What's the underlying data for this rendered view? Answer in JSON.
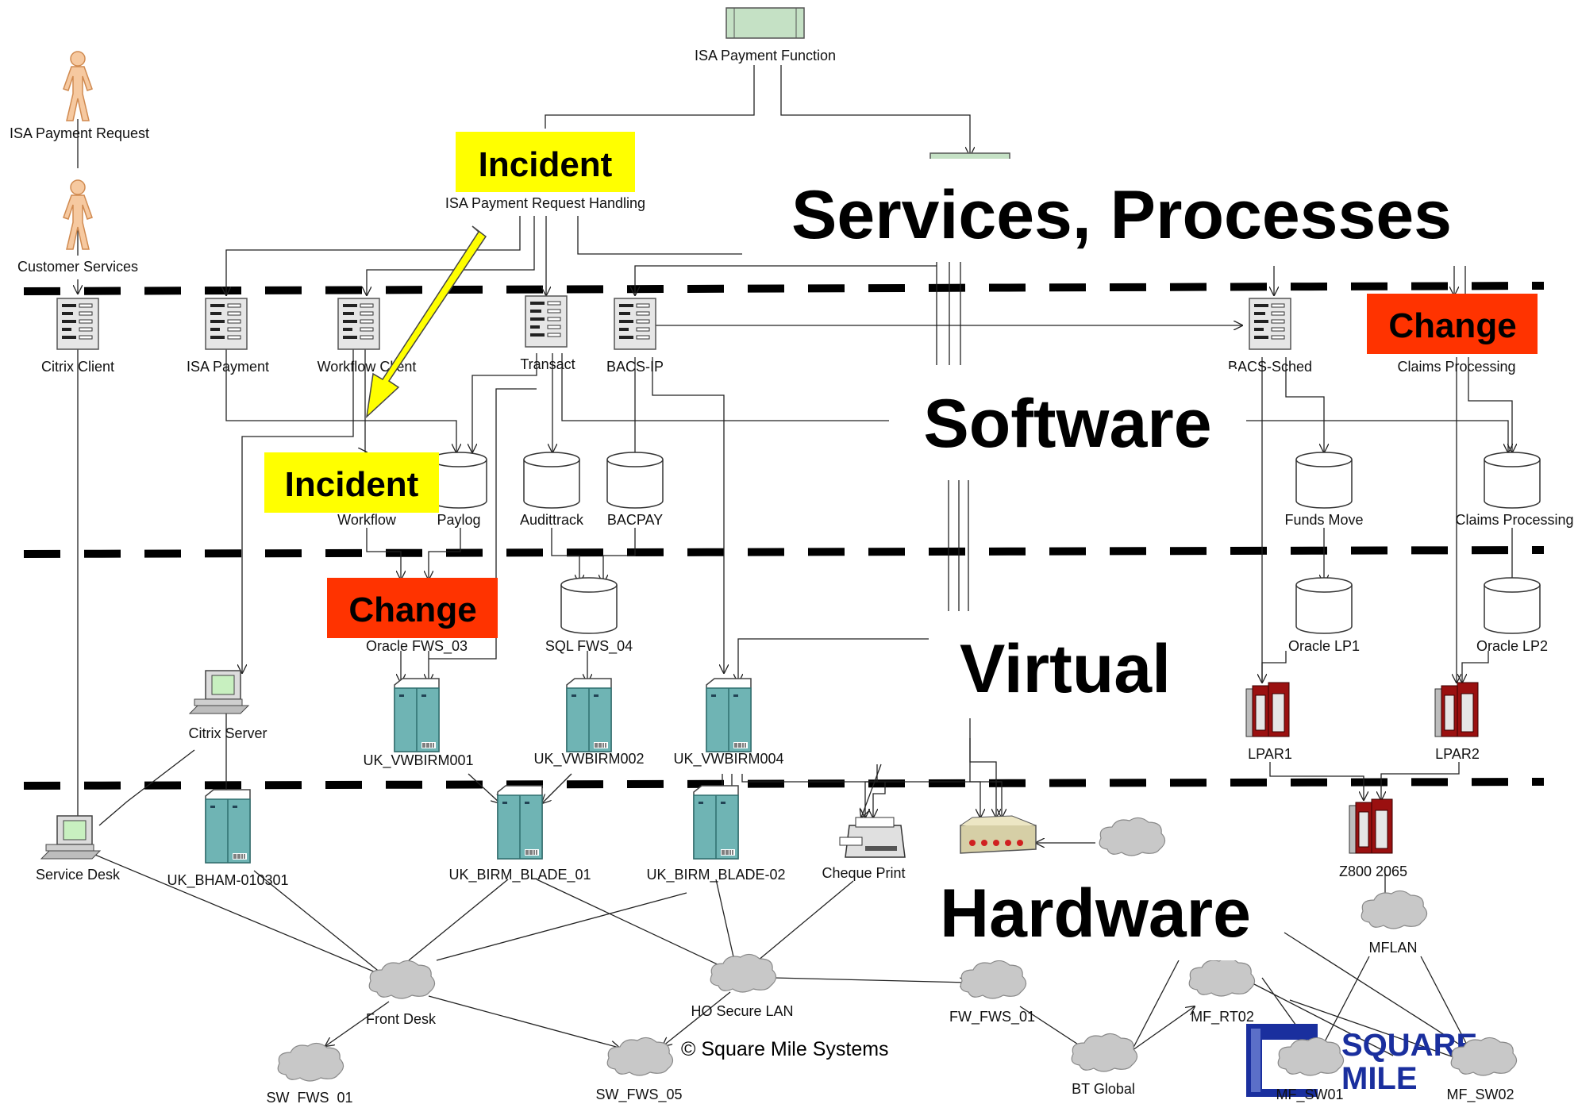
{
  "colors": {
    "incident_bg": "#ffff00",
    "change_bg": "#ff3300",
    "person": "#f6c9a0",
    "server": "#6fb4b4",
    "cloud": "#c8c8c8",
    "mainframe": "#9a1010",
    "process": "#c5e1c5",
    "logo": "#1a2f9e",
    "pc_screen": "#c8f0c0"
  },
  "layer_titles": {
    "services": "Services, Processes",
    "software": "Software",
    "virtual": "Virtual",
    "hardware": "Hardware"
  },
  "tags": {
    "incident_top": "Incident",
    "incident_mid": "Incident",
    "change_right": "Change",
    "change_left": "Change"
  },
  "services": {
    "payment_function": "ISA Payment Function",
    "payment_request": "ISA Payment Request",
    "customer_services": "Customer Services",
    "request_handling": "ISA Payment Request Handling"
  },
  "software": {
    "citrix_client": "Citrix Client",
    "isa_payment": "ISA Payment",
    "workflow_client": "Workflow Client",
    "transact": "Transact",
    "bacs_ip": "BACS-IP",
    "bacs_sched": "BACS-Sched",
    "claims_processing_app": "Claims Processing"
  },
  "databases": {
    "workflow": "Workflow",
    "paylog": "Paylog",
    "audittrack": "Audittrack",
    "bacpay": "BACPAY",
    "funds_move": "Funds Move",
    "claims_processing_db": "Claims Processing",
    "oracle_fws_03": "Oracle FWS_03",
    "sql_fws_04": "SQL FWS_04",
    "oracle_lp1": "Oracle LP1",
    "oracle_lp2": "Oracle LP2"
  },
  "virtual": {
    "citrix_server": "Citrix Server",
    "vw001": "UK_VWBIRM001",
    "vw002": "UK_VWBIRM002",
    "vw004": "UK_VWBIRM004",
    "lpar1": "LPAR1",
    "lpar2": "LPAR2"
  },
  "hardware": {
    "service_desk": "Service Desk",
    "bham": "UK_BHAM-010301",
    "blade01": "UK_BIRM_BLADE_01",
    "blade02": "UK_BIRM_BLADE-02",
    "cheque_print": "Cheque Print",
    "z800": "Z800 2065"
  },
  "networks": {
    "front_desk": "Front Desk",
    "ho_secure_lan": "HO Secure LAN",
    "fw_fws_01": "FW_FWS_01",
    "sw_fws_01": "SW_FWS_01",
    "sw_fws_05": "SW_FWS_05",
    "bt_global": "BT Global",
    "mf_rt02": "MF_RT02",
    "mflan": "MFLAN",
    "mf_sw01": "MF_SW01",
    "mf_sw02": "MF_SW02"
  },
  "copyright": "© Square Mile Systems",
  "logo": {
    "line1": "SQUARE",
    "line2": "MILE"
  }
}
